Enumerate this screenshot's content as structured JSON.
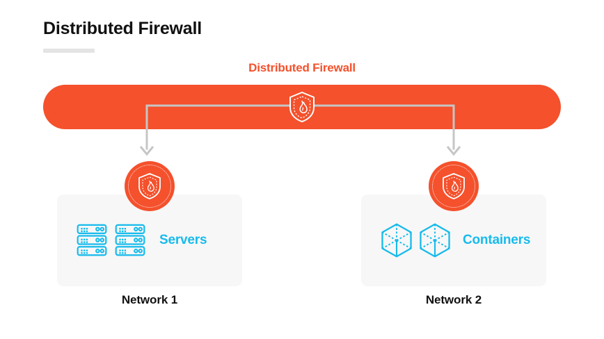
{
  "page": {
    "title": "Distributed Firewall",
    "background_color": "#ffffff"
  },
  "colors": {
    "accent_orange": "#f4512c",
    "accent_cyan": "#17bbec",
    "box_gray": "#f7f7f7",
    "line_gray": "#c6c6c6",
    "underline_gray": "#e4e4e4",
    "text_black": "#111111"
  },
  "firewall_bar": {
    "label": "Distributed Firewall",
    "icon": "shield-flame-icon"
  },
  "nodes": [
    {
      "id": "network-1",
      "caption": "Network 1",
      "label": "Servers",
      "icon": "server-rack-icon",
      "icon_count": 2,
      "shield_icon": "shield-flame-icon"
    },
    {
      "id": "network-2",
      "caption": "Network 2",
      "label": "Containers",
      "icon": "cube-container-icon",
      "icon_count": 2,
      "shield_icon": "shield-flame-icon"
    }
  ],
  "connectors": [
    {
      "from": "firewall-bar",
      "to": "network-1",
      "arrow": "down-arrow-icon"
    },
    {
      "from": "firewall-bar",
      "to": "network-2",
      "arrow": "down-arrow-icon"
    }
  ]
}
